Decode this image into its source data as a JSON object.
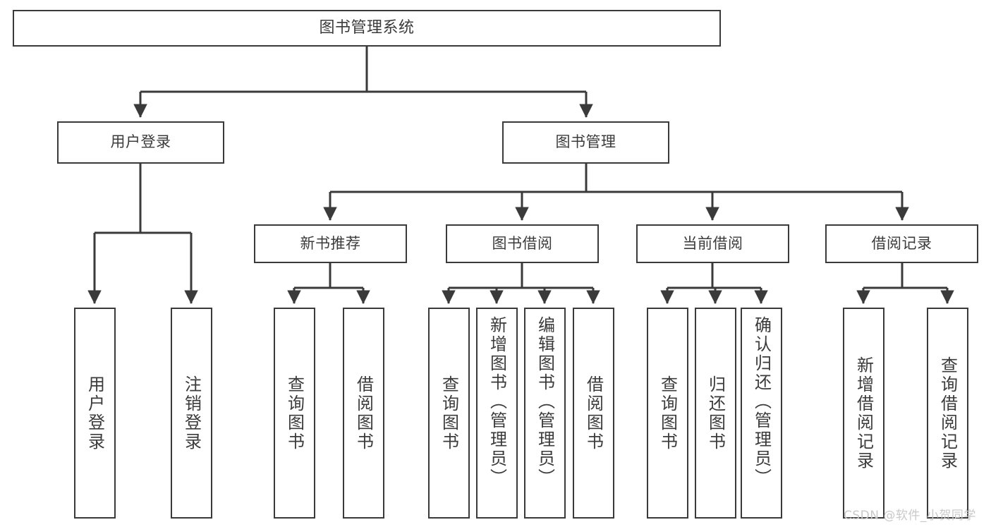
{
  "diagram": {
    "type": "hierarchy-tree",
    "title": "图书管理系统",
    "watermark": "CSDN @软件_小贺同学",
    "colors": {
      "box_border": "#3a3a3a",
      "box_fill": "#ffffff",
      "text": "#3b3b3b",
      "edge": "#3a3a3a",
      "watermark": "#c9c9c9",
      "background": "#ffffff"
    },
    "nodes": {
      "root": {
        "label": "图书管理系统"
      },
      "level1": [
        {
          "label": "用户登录"
        },
        {
          "label": "图书管理"
        }
      ],
      "level2": [
        {
          "label": "新书推荐"
        },
        {
          "label": "图书借阅"
        },
        {
          "label": "当前借阅"
        },
        {
          "label": "借阅记录"
        }
      ],
      "leaves_user_login": [
        {
          "label": "用户登录"
        },
        {
          "label": "注销登录"
        }
      ],
      "leaves_new_book": [
        {
          "label": "查询图书"
        },
        {
          "label": "借阅图书"
        }
      ],
      "leaves_borrow": [
        {
          "label": "查询图书"
        },
        {
          "label": "新增图书（管理员）"
        },
        {
          "label": "编辑图书（管理员）"
        },
        {
          "label": "借阅图书"
        }
      ],
      "leaves_current": [
        {
          "label": "查询图书"
        },
        {
          "label": "归还图书"
        },
        {
          "label": "确认归还（管理员）"
        }
      ],
      "leaves_records": [
        {
          "label": "新增借阅记录"
        },
        {
          "label": "查询借阅记录"
        }
      ]
    }
  }
}
